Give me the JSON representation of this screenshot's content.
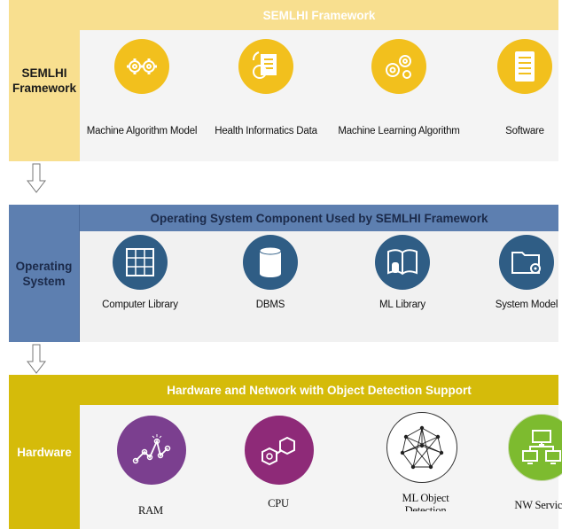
{
  "layers": [
    {
      "side_label_line1": "SEMLHI",
      "side_label_line2": "Framework",
      "banner": "SEMLHI  Framework",
      "items": [
        {
          "label": "Machine Algorithm Model",
          "icon": "gears-icon"
        },
        {
          "label": "Health Informatics Data",
          "icon": "document-chat-icon"
        },
        {
          "label": "Machine Learning Algorithm",
          "icon": "gears-icon"
        },
        {
          "label": "Software",
          "icon": "server-icon"
        }
      ]
    },
    {
      "side_label_line1": "Operating",
      "side_label_line2": "System",
      "banner": "Operating System Component Used by SEMLHI Framework",
      "items": [
        {
          "label": "Computer Library",
          "icon": "grid-icon"
        },
        {
          "label": "DBMS",
          "icon": "database-icon"
        },
        {
          "label": "ML Library",
          "icon": "book-database-icon"
        },
        {
          "label": "System Model",
          "icon": "folder-gear-icon"
        }
      ]
    },
    {
      "side_label_line1": "Hardware",
      "side_label_line2": "",
      "banner": "Hardware and Network with Object Detection Support",
      "items": [
        {
          "label": "RAM",
          "icon": "network-graph-icon"
        },
        {
          "label": "CPU",
          "icon": "hexagon-cube-icon"
        },
        {
          "label_line1": "ML Object",
          "label_line2": "Detection",
          "icon": "mesh-sphere-icon"
        },
        {
          "label": "NW Service",
          "icon": "computers-network-icon"
        }
      ]
    }
  ],
  "colors": {
    "layer1": "#f8df8f",
    "layer1_icon": "#f2c01d",
    "layer2": "#5d7fb0",
    "layer2_icon": "#2f5d85",
    "layer3": "#d5bb0a",
    "ram": "#7b3f8f",
    "cpu": "#8e2a78",
    "detection": "#ffffff",
    "nw": "#7dbb2f"
  }
}
